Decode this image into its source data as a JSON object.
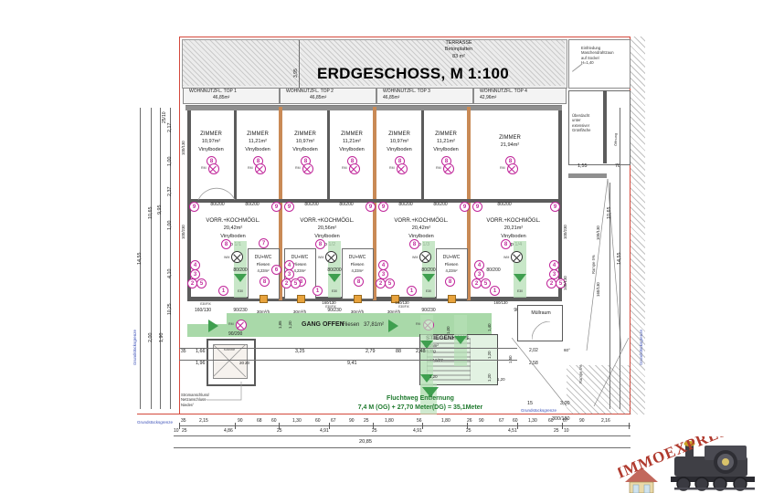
{
  "plan": {
    "title": "ERDGESCHOSS, M 1:100",
    "terrace": {
      "name": "TERRASSE",
      "material": "Betonplatten",
      "area": "83 m²"
    },
    "fence_note": "Einfriedung\nMaschendrahtzaun\nauf Sockel\nH=1,40",
    "roof_note": "Überdacht\nunter\nextensiver\nGrünfläche",
    "opening_label": "Öffnung",
    "ramp_label": "Rampe 5%",
    "ramp_label2": "Rampe 5%",
    "power_note": "Stromanschluss/\nNetzanschluss-\nNieder/",
    "boundary_left": "Grundstücksgrenze",
    "boundary_right": "Grundstücksgrenze",
    "boundary_bottom": "Grundstücksgrenze",
    "boundary_bottom2": "Grundstücksgrenze"
  },
  "top_units": [
    {
      "label": "WOHNNUTZFL. TOP 1",
      "area": "46,85m²"
    },
    {
      "label": "WOHNNUTZFL. TOP 2",
      "area": "46,85m²"
    },
    {
      "label": "WOHNNUTZFL. TOP 3",
      "area": "46,85m²"
    },
    {
      "label": "WOHNNUTZFL. TOP 4",
      "area": "42,96m²"
    }
  ],
  "rooms": {
    "zimmer": [
      {
        "name": "ZIMMER",
        "area": "10,97m²",
        "floor": "Vinylboden"
      },
      {
        "name": "ZIMMER",
        "area": "11,21m²",
        "floor": "Vinylboden"
      },
      {
        "name": "ZIMMER",
        "area": "10,97m²",
        "floor": "Vinylboden"
      },
      {
        "name": "ZIMMER",
        "area": "11,21m²",
        "floor": "Vinylboden"
      },
      {
        "name": "ZIMMER",
        "area": "10,97m²",
        "floor": "Vinylboden"
      },
      {
        "name": "ZIMMER",
        "area": "11,21m²",
        "floor": "Vinylboden"
      },
      {
        "name": "ZIMMER",
        "area": "21,94m²",
        "floor": ""
      }
    ],
    "vorraum": [
      {
        "name": "VORR.+KOCHMÖGL.",
        "area": "20,42m²",
        "floor": "Vinylboden",
        "top": "Top 1/1"
      },
      {
        "name": "VORR.+KOCHMÖGL.",
        "area": "20,56m²",
        "floor": "Vinylboden",
        "top": "Top 1/2"
      },
      {
        "name": "VORR.+KOCHMÖGL.",
        "area": "20,42m²",
        "floor": "Vinylboden",
        "top": "Top 1/3"
      },
      {
        "name": "VORR.+KOCHMÖGL.",
        "area": "20,21m²",
        "floor": "Vinylboden",
        "top": "Top 1/4"
      }
    ],
    "bath": [
      {
        "name": "DU+WC",
        "floor": "Fliesen",
        "area": "4,23m²"
      },
      {
        "name": "DU+WC",
        "floor": "Fliesen",
        "area": "4,23m²"
      },
      {
        "name": "DU+WC",
        "floor": "Fliesen",
        "area": "4,23m²"
      },
      {
        "name": "DU+WC",
        "floor": "Fliesen",
        "area": "4,23m²"
      }
    ],
    "corridor": {
      "name": "GANG OFFEN",
      "floor": "Fliesen",
      "area": "37,81m²"
    },
    "stair": {
      "name": "STIEGENHAUS",
      "area": "11,25m²",
      "steps": "16 Stg",
      "rise": "17,6/27"
    },
    "trash": {
      "name": "Müllraum"
    },
    "kabine": {
      "name": "Kabine"
    }
  },
  "escape": {
    "line1": "Fluchtweg Entfernung",
    "line2": "7,4 M (OG) + 27,70 Meter(DG) = 35,1Meter"
  },
  "door_labels": {
    "d80_200": "80/200",
    "d90_230": "90/230",
    "d160_130": "160/130",
    "d100_130": "100/130",
    "d100_230": "100/230",
    "d90_200": "90/200",
    "d180_130": "180/130",
    "d300_180": "300/180",
    "vent": "30m³/h",
    "efh": "E30/FIX",
    "efh2": "E30",
    "wm": "WM",
    "rm": "RM"
  },
  "dims": {
    "left_outer": "14,55",
    "left_a": "10,65",
    "left_b": "9,95",
    "left_c": "2,17",
    "left_d": "2,37",
    "left_e": "1,00",
    "left_f": "1,00",
    "left_g": "4,10",
    "left_h": "2,00",
    "left_i": "1,90",
    "left_j": "10,25",
    "left_k": "25/10",
    "right_a": "10,65",
    "right_b": "14,55",
    "top_mid": "3,95",
    "right_155": "1,55",
    "right_78": "78",
    "bottom_total": "20,85",
    "row1": [
      "35",
      "2,15",
      "90",
      "68",
      "60",
      "1,30",
      "60",
      "67",
      "90",
      "25",
      "1,80",
      "56",
      "1,80",
      "26",
      "90",
      "67",
      "60",
      "1,30",
      "60",
      "67",
      "90",
      "2,16"
    ],
    "row2": [
      "10",
      "25",
      "4,86",
      "25",
      "4,91",
      "25",
      "4,91",
      "25",
      "4,51",
      "25",
      "10"
    ],
    "inner": [
      "1,66",
      "1,96",
      "3,25",
      "2,79",
      "88",
      "2,48",
      "9,41",
      "2,02",
      "2,58",
      "20",
      "20",
      "1,50",
      "1,20",
      "1,20",
      "1,20",
      "1,00",
      "1,40",
      "3,00",
      "15",
      "1,85",
      "1,20",
      "60°"
    ]
  },
  "brand": {
    "name": "IMMOEXPRESS"
  }
}
